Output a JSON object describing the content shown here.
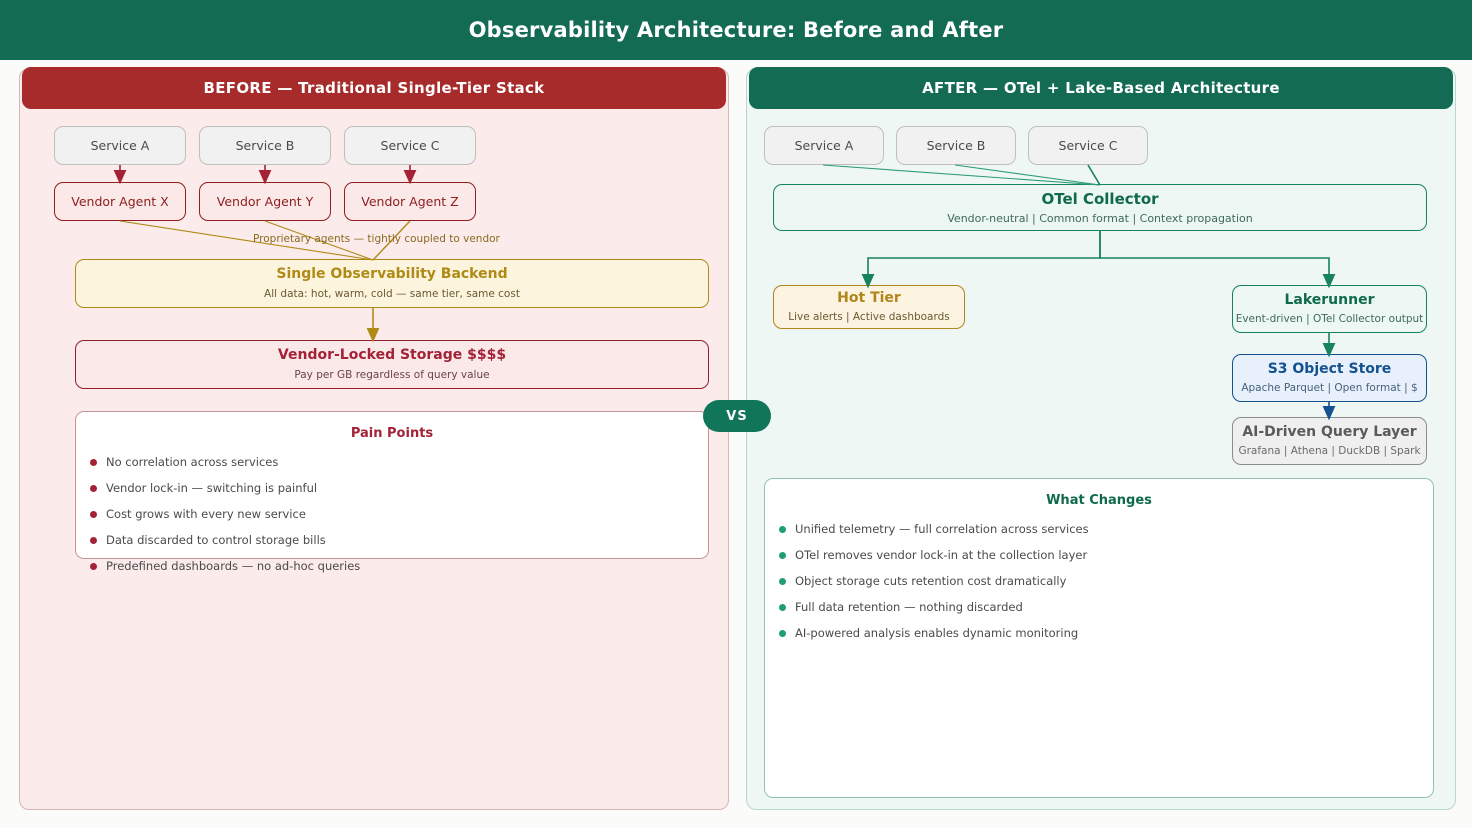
{
  "header": {
    "title": "Observability Architecture: Before and After"
  },
  "vs_badge": {
    "label": "VS"
  },
  "before": {
    "header": "BEFORE  —  Traditional Single-Tier Stack",
    "services": [
      {
        "label": "Service A"
      },
      {
        "label": "Service B"
      },
      {
        "label": "Service C"
      }
    ],
    "agents": [
      {
        "label": "Vendor Agent X"
      },
      {
        "label": "Vendor Agent Y"
      },
      {
        "label": "Vendor Agent Z"
      }
    ],
    "edge_label": "Proprietary agents — tightly coupled to vendor",
    "backend": {
      "title": "Single Observability Backend",
      "subtitle": "All data: hot, warm, cold — same tier, same cost"
    },
    "storage": {
      "title": "Vendor-Locked Storage  $$$$",
      "subtitle": "Pay per GB regardless of query value"
    },
    "pain_points": {
      "title": "Pain Points",
      "items": [
        "No correlation across services",
        "Vendor lock-in — switching is painful",
        "Cost grows with every new service",
        "Data discarded to control storage bills",
        "Predefined dashboards — no ad-hoc queries"
      ]
    }
  },
  "after": {
    "header": "AFTER  —  OTel + Lake-Based Architecture",
    "services": [
      {
        "label": "Service A"
      },
      {
        "label": "Service B"
      },
      {
        "label": "Service C"
      }
    ],
    "collector": {
      "title": "OTel Collector",
      "subtitle": "Vendor-neutral  |  Common format  |  Context propagation"
    },
    "hot_tier": {
      "title": "Hot Tier",
      "subtitle": "Live alerts  |  Active dashboards"
    },
    "lakerunner": {
      "title": "Lakerunner",
      "subtitle": "Event-driven  |  OTel Collector output"
    },
    "s3_store": {
      "title": "S3 Object Store",
      "subtitle": "Apache Parquet  |  Open format  |  $"
    },
    "query_layer": {
      "title": "AI-Driven Query Layer",
      "subtitle": "Grafana  |  Athena  |  DuckDB  |  Spark"
    },
    "what_changes": {
      "title": "What Changes",
      "items": [
        "Unified telemetry — full correlation across services",
        "OTel removes vendor lock-in at the collection layer",
        "Object storage cuts retention cost dramatically",
        "Full data retention — nothing discarded",
        "AI-powered analysis enables dynamic monitoring"
      ]
    }
  },
  "colors": {
    "brand_green": "#126b52",
    "before_red": "#a72b2b",
    "gold": "#b08a16",
    "storage_red": "#8e1f2f",
    "s3_blue": "#14528f",
    "grey": "#8c8c8c"
  }
}
